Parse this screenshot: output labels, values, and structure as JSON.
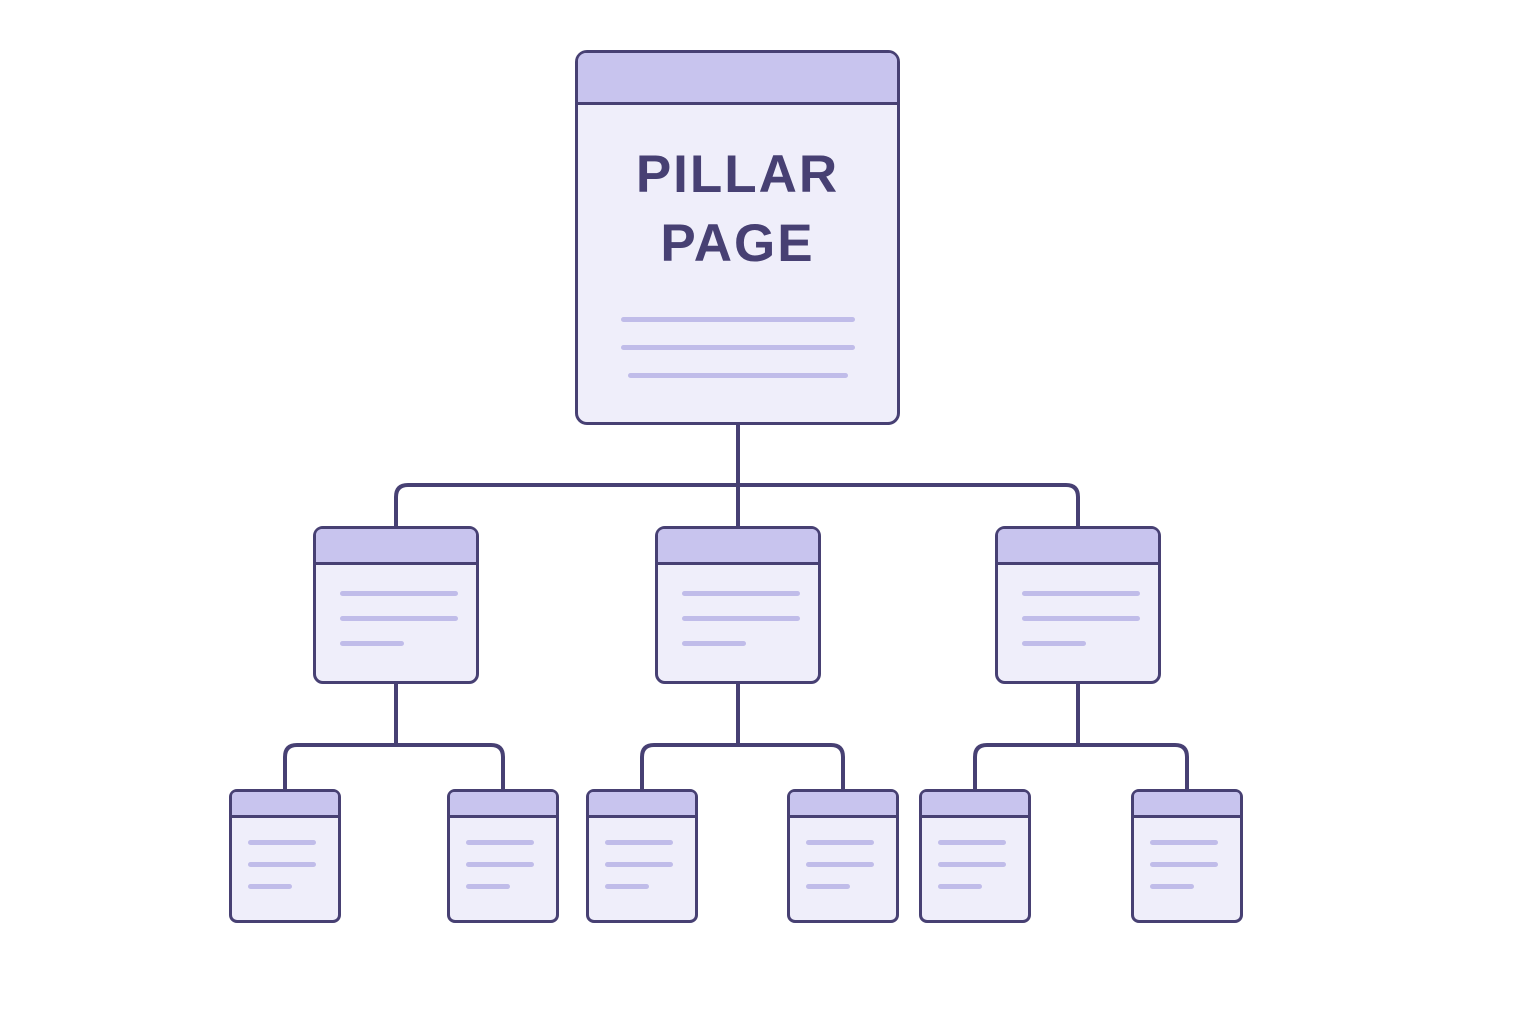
{
  "diagram": {
    "title": "PILLAR PAGE",
    "colors": {
      "outline": "#474073",
      "header_fill": "#C8C4EE",
      "body_fill": "#EFEEFA",
      "line_fill": "#C0BCE9",
      "title_color": "#474073",
      "background": "#FFFFFF"
    },
    "pillar": {
      "id": "pillar",
      "label": "PILLAR PAGE",
      "placeholder_lines": 3
    },
    "cluster_pages": [
      {
        "id": "cluster-1",
        "placeholder_lines": 3
      },
      {
        "id": "cluster-2",
        "placeholder_lines": 3
      },
      {
        "id": "cluster-3",
        "placeholder_lines": 3
      }
    ],
    "sub_pages": [
      {
        "id": "sub-1",
        "parent": "cluster-1",
        "placeholder_lines": 3
      },
      {
        "id": "sub-2",
        "parent": "cluster-1",
        "placeholder_lines": 3
      },
      {
        "id": "sub-3",
        "parent": "cluster-2",
        "placeholder_lines": 3
      },
      {
        "id": "sub-4",
        "parent": "cluster-2",
        "placeholder_lines": 3
      },
      {
        "id": "sub-5",
        "parent": "cluster-3",
        "placeholder_lines": 3
      },
      {
        "id": "sub-6",
        "parent": "cluster-3",
        "placeholder_lines": 3
      }
    ]
  }
}
